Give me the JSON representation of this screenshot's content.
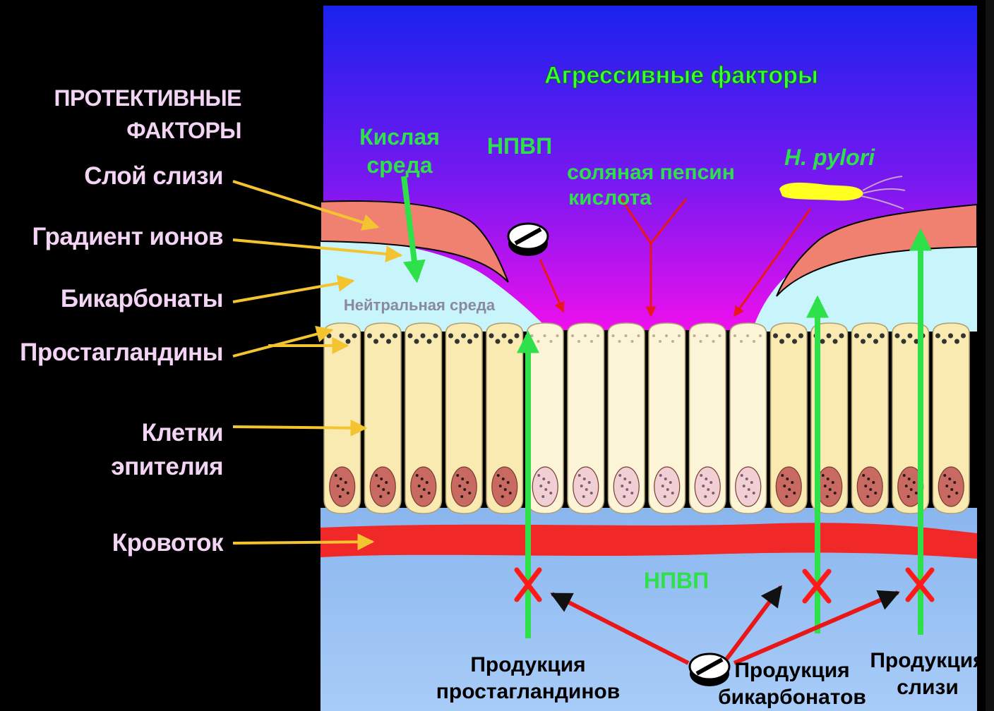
{
  "left_panel": {
    "heading_line1": "ПРОТЕКТИВНЫЕ",
    "heading_line2": "ФАКТОРЫ",
    "labels": {
      "mucus_layer": "Слой слизи",
      "ion_gradient": "Градиент ионов",
      "bicarbonates": "Бикарбонаты",
      "prostaglandins": "Простагландины",
      "epithelial_cells_1": "Клетки",
      "epithelial_cells_2": "эпителия",
      "blood_flow": "Кровоток"
    }
  },
  "aggressive": {
    "title": "Агрессивные факторы",
    "acid_env_1": "Кислая",
    "acid_env_2": "среда",
    "nsaid_top": "НПВП",
    "hcl_pepsin_1": "соляная пепсин",
    "hcl_pepsin_2": "кислота",
    "h_pylori": "H. pylori"
  },
  "neutral_zone": "Нейтральная среда",
  "nsaid_bottom": "НПВП",
  "bottom_labels": {
    "prostaglandin_prod_1": "Продукция",
    "prostaglandin_prod_2": "простагландинов",
    "bicarbonate_prod_1": "Продукция",
    "bicarbonate_prod_2": "бикарбонатов",
    "mucus_prod_1": "Продукция",
    "mucus_prod_2": "слизи"
  },
  "colors": {
    "sky_top": "#2020e8",
    "sky_bottom": "#e010f0",
    "mucus": "#f08070",
    "gradient_layer": "#c8f4fc",
    "cells": "#f8eab0",
    "blood": "#f02828",
    "submucosa": "#9ec6f4",
    "green_arrow": "#2ee04a",
    "red_arrow": "#e81818",
    "label_text": "#f3d4f4",
    "title_text": "#44ff44"
  }
}
